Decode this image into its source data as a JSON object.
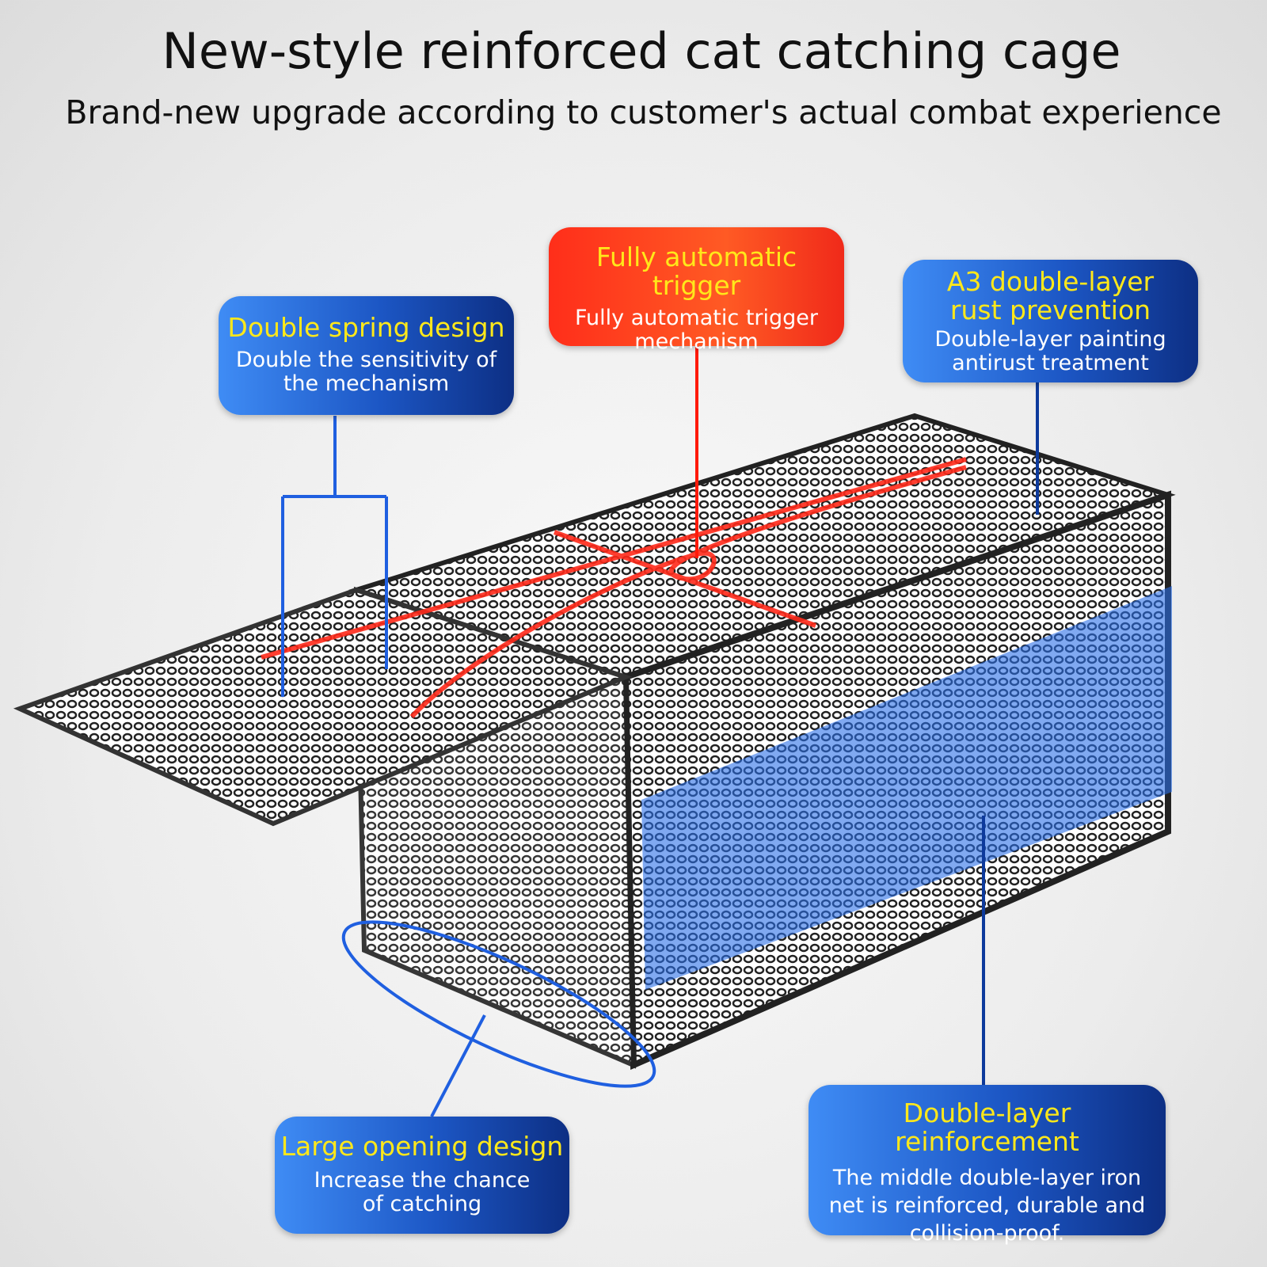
{
  "header": {
    "title": "New-style reinforced cat catching cage",
    "subtitle": "Brand-new upgrade according to customer's actual combat experience"
  },
  "callouts": {
    "spring": {
      "heading": "Double spring design",
      "body": "Double the sensitivity of the mechanism"
    },
    "trigger": {
      "heading": "Fully automatic trigger",
      "body": "Fully automatic trigger mechanism"
    },
    "rust": {
      "heading": "A3 double-layer rust prevention",
      "body": "Double-layer painting antirust treatment"
    },
    "opening": {
      "heading": "Large opening design",
      "body": "Increase the chance of catching"
    },
    "reinforcement": {
      "heading": "Double-layer reinforcement",
      "body": "The middle double-layer iron net is reinforced, durable and collision-proof."
    }
  },
  "colors": {
    "blue_accent": "#1c56c4",
    "red_accent": "#ff2e1a",
    "heading_yellow": "#ffe81a"
  }
}
